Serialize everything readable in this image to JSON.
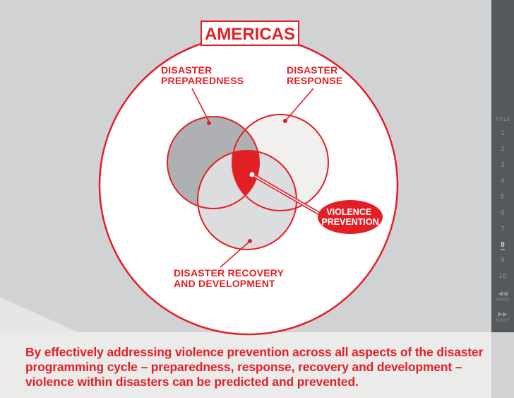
{
  "title": "AMERICAS",
  "labels": {
    "preparedness": [
      "DISASTER",
      "PREPAREDNESS"
    ],
    "response": [
      "DISASTER",
      "RESPONSE"
    ],
    "recovery": [
      "DISASTER RECOVERY",
      "AND DEVELOPMENT"
    ],
    "violence": [
      "VIOLENCE",
      "PREVENTION"
    ]
  },
  "colors": {
    "accent": "#e31f26",
    "background": "#d0d2d4",
    "sidebar": "#55585c",
    "preparedness_fill": "#aeb0b3",
    "response_fill": "#f1f0ef",
    "recovery_fill": "#dcdddf"
  },
  "nav": {
    "title": "TITLE",
    "items": [
      "1",
      "2",
      "3",
      "4",
      "5",
      "6",
      "7",
      "8",
      "9",
      "10"
    ],
    "active": "8",
    "prev": "PREV",
    "next": "NEXT",
    "prev_icon": "rewind-icon",
    "next_icon": "fast-forward-icon"
  },
  "caption": "By effectively addressing violence prevention across all aspects of the disaster programming cycle – preparedness, response, recovery and development – violence within disasters can be predicted and prevented."
}
